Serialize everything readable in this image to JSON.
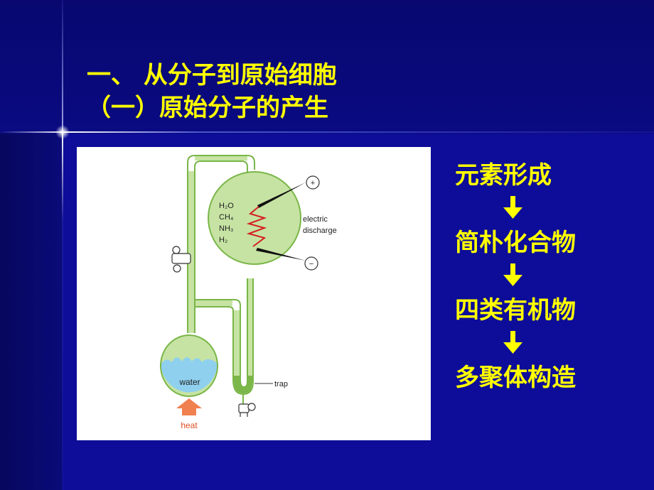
{
  "slide": {
    "title_line1": "一、  从分子到原始细胞",
    "title_line2": "（一）原始分子的产生"
  },
  "diagram": {
    "molecules": [
      "H₂O",
      "CH₄",
      "NH₃",
      "H₂"
    ],
    "electrode_pos": "+",
    "electrode_neg": "−",
    "discharge_label_line1": "electric",
    "discharge_label_line2": "discharge",
    "water_label": "water",
    "trap_label": "trap",
    "heat_label": "heat"
  },
  "flow": {
    "steps": [
      "元素形成",
      "简朴化合物",
      "四类有机物",
      "多聚体构造"
    ]
  },
  "colors": {
    "background": "#0a0a8c",
    "title_text": "#ffff00",
    "flask_fill": "#c6e3a3",
    "tube_outline": "#7ab648",
    "water": "#8fd0ee",
    "spark": "#d42020",
    "heat": "#f08050"
  }
}
